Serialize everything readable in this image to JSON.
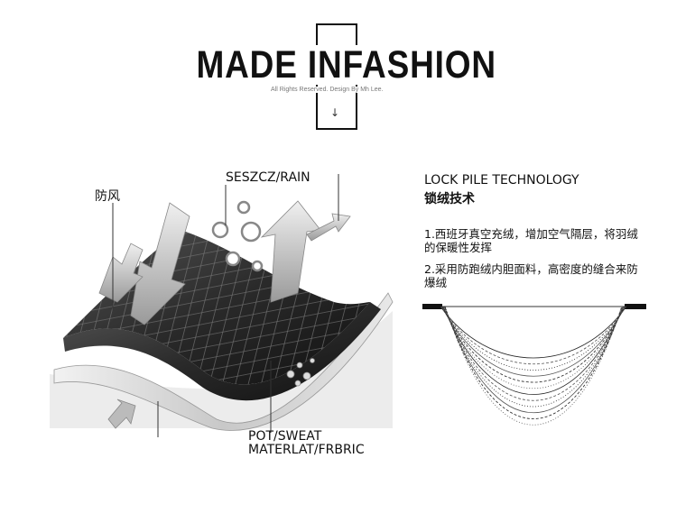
{
  "header": {
    "title": "MADE INFASHION",
    "subtitle": "All Rights Reserved. Design By Mh Lee."
  },
  "fabric": {
    "label_wind": "防风",
    "label_rain": "SESZCZ/RAIN",
    "label_sweat_line1": "POT/SWEAT",
    "label_sweat_line2": "MATERLAT/FRBRIC",
    "icons": [
      "arrow-up-icon",
      "water-drop-icon",
      "arrow-down-icon",
      "bubble-icon"
    ]
  },
  "technology": {
    "title": "LOCK PILE TECHNOLOGY",
    "subtitle": "锁绒技术",
    "point1_line1": "1.西班牙真空充绒，增加空气隔层，将羽绒",
    "point1_line2": "的保暖性发挥",
    "point2_line1": "2.采用防跑绒内胆面料，高密度的缝合来防",
    "point2_line2": "爆绒"
  },
  "colors": {
    "background": "#ffffff",
    "text": "#111111",
    "fabric_dark": "#2a2a2a",
    "fabric_light": "#d9d9d9"
  }
}
